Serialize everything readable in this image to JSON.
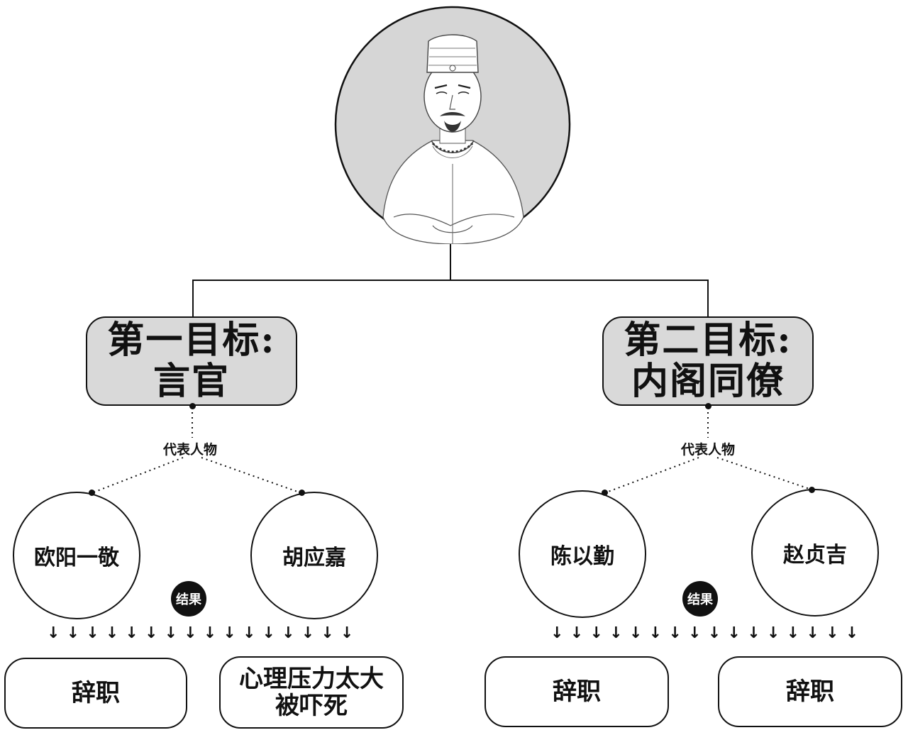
{
  "portrait": {
    "icon": "official-portrait-icon"
  },
  "left_branch": {
    "target_line1": "第一目标:",
    "target_line2": "言官",
    "rep_label": "代表人物",
    "people": [
      "欧阳一敬",
      "胡应嘉"
    ],
    "result_label": "结果",
    "outcomes": [
      {
        "lines": [
          "辞职"
        ]
      },
      {
        "lines": [
          "心理压力太大",
          "被吓死"
        ]
      }
    ]
  },
  "right_branch": {
    "target_line1": "第二目标:",
    "target_line2": "内阁同僚",
    "rep_label": "代表人物",
    "people": [
      "陈以勤",
      "赵贞吉"
    ],
    "result_label": "结果",
    "outcomes": [
      {
        "lines": [
          "辞职"
        ]
      },
      {
        "lines": [
          "辞职"
        ]
      }
    ]
  }
}
